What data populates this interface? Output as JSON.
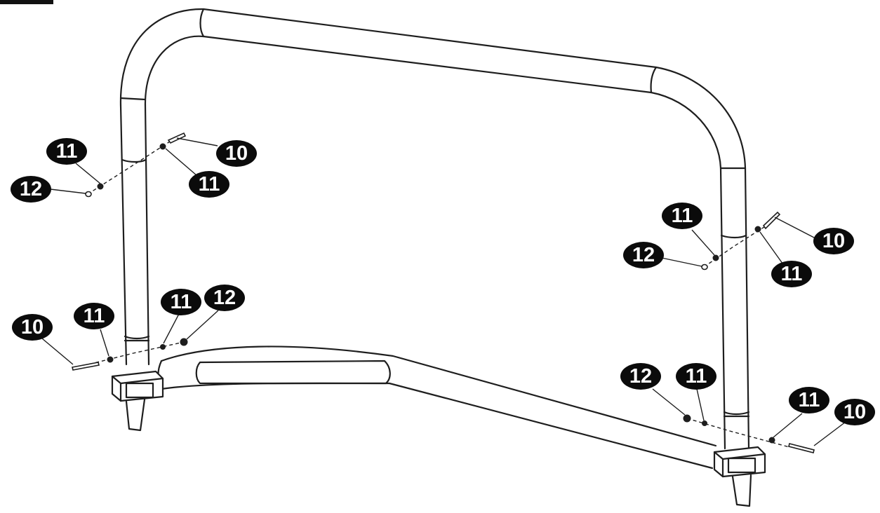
{
  "callouts": [
    {
      "id": "c1",
      "label": "11"
    },
    {
      "id": "c2",
      "label": "12"
    },
    {
      "id": "c3",
      "label": "10"
    },
    {
      "id": "c4",
      "label": "11"
    },
    {
      "id": "c5",
      "label": "10"
    },
    {
      "id": "c6",
      "label": "11"
    },
    {
      "id": "c7",
      "label": "11"
    },
    {
      "id": "c8",
      "label": "12"
    },
    {
      "id": "c9",
      "label": "11"
    },
    {
      "id": "c10",
      "label": "12"
    },
    {
      "id": "c11",
      "label": "10"
    },
    {
      "id": "c12",
      "label": "11"
    },
    {
      "id": "c13",
      "label": "12"
    },
    {
      "id": "c14",
      "label": "11"
    },
    {
      "id": "c15",
      "label": "11"
    },
    {
      "id": "c16",
      "label": "10"
    }
  ]
}
